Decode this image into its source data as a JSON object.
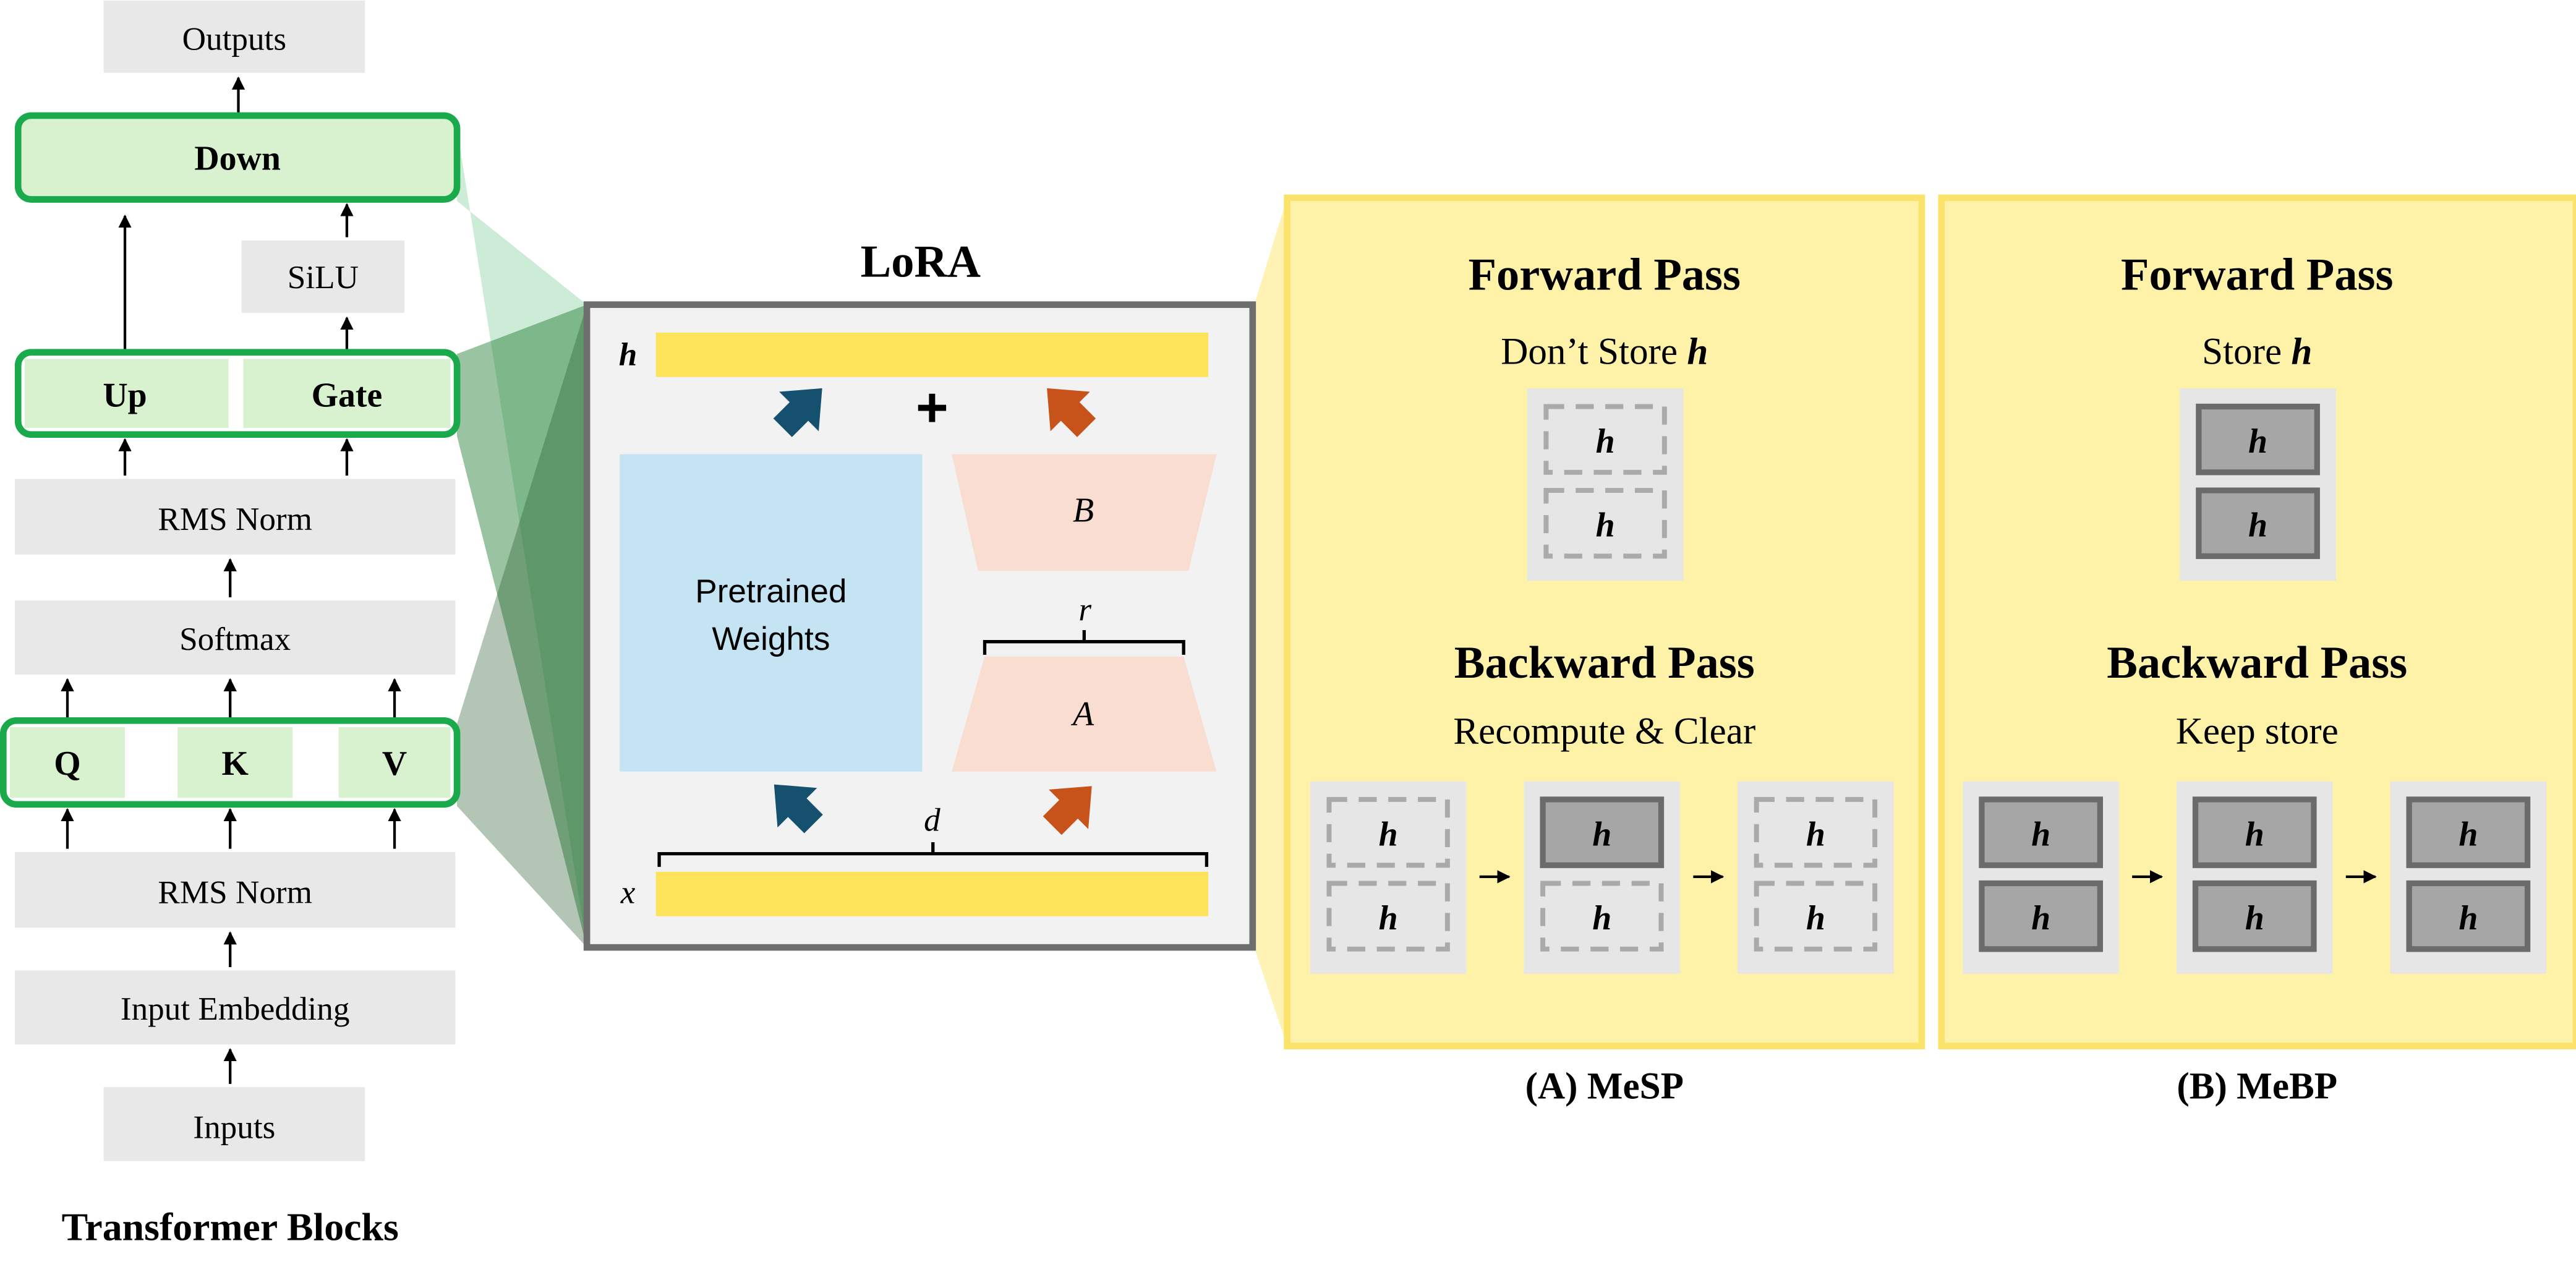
{
  "colors": {
    "block_gray": "#e8e8e8",
    "block_green_fill": "#d8f2d0",
    "block_green_stroke": "#1aaa4b",
    "lora_frame_fill": "#f2f2f2",
    "lora_frame_stroke": "#6e6e6e",
    "bar_yellow": "#fde35a",
    "pretrained_blue": "#c4e4f4",
    "lora_pink": "#f9ddd1",
    "arrow_blue": "#15516e",
    "arrow_orange": "#c7531a",
    "panel_yellow": "#fef2a8",
    "panel_yellow_stroke": "#fbe26a",
    "h_stored_fill": "#a6a6a6",
    "h_stored_stroke": "#6b6b6b",
    "h_cleared_stroke": "#aaaaaa",
    "h_card_fill": "#e6e6e6"
  },
  "transformer": {
    "outputs": "Outputs",
    "down": "Down",
    "silu": "SiLU",
    "up": "Up",
    "gate": "Gate",
    "rms_norm_top": "RMS Norm",
    "softmax": "Softmax",
    "q": "Q",
    "k": "K",
    "v": "V",
    "rms_norm_bottom": "RMS Norm",
    "input_embedding": "Input Embedding",
    "inputs": "Inputs",
    "caption": "Transformer Blocks"
  },
  "lora": {
    "title": "LoRA",
    "h_label": "h",
    "x_label": "x",
    "plus": "+",
    "pretrained_line1": "Pretrained",
    "pretrained_line2": "Weights",
    "b_label": "B",
    "a_label": "A",
    "r_label": "r",
    "d_label": "d"
  },
  "mesp": {
    "forward_title": "Forward Pass",
    "forward_sub_prefix": "Don’t Store ",
    "forward_sub_var": "h",
    "backward_title": "Backward Pass",
    "backward_sub": "Recompute & Clear",
    "caption": "(A) MeSP",
    "h": "h"
  },
  "mebp": {
    "forward_title": "Forward Pass",
    "forward_sub_prefix": "Store ",
    "forward_sub_var": "h",
    "backward_title": "Backward Pass",
    "backward_sub": "Keep store",
    "caption": "(B) MeBP",
    "h": "h"
  }
}
